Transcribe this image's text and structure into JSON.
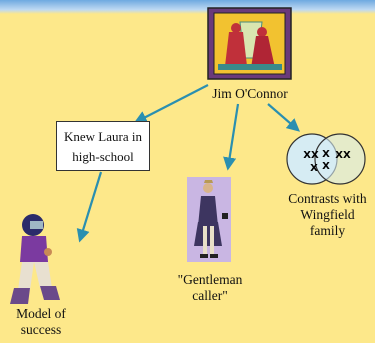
{
  "nodes": {
    "root": {
      "label": "Jim O'Connor"
    },
    "knew": {
      "label_line1": "Knew Laura in",
      "label_line2": "high-school"
    },
    "gentleman": {
      "label_line1": "\"Gentleman",
      "label_line2": "caller\""
    },
    "contrasts": {
      "label_line1": "Contrasts with",
      "label_line2": "Wingfield",
      "label_line3": "family"
    },
    "model": {
      "label_line1": "Model of",
      "label_line2": "success"
    }
  },
  "venn_marks": {
    "left": "XX",
    "left_lower": "X",
    "center_upper": "X",
    "center_lower": "X",
    "right": "XX"
  },
  "colors": {
    "background": "#fde88a",
    "arrow": "#2a8fb0",
    "venn_fill": "#d6ecf3"
  }
}
